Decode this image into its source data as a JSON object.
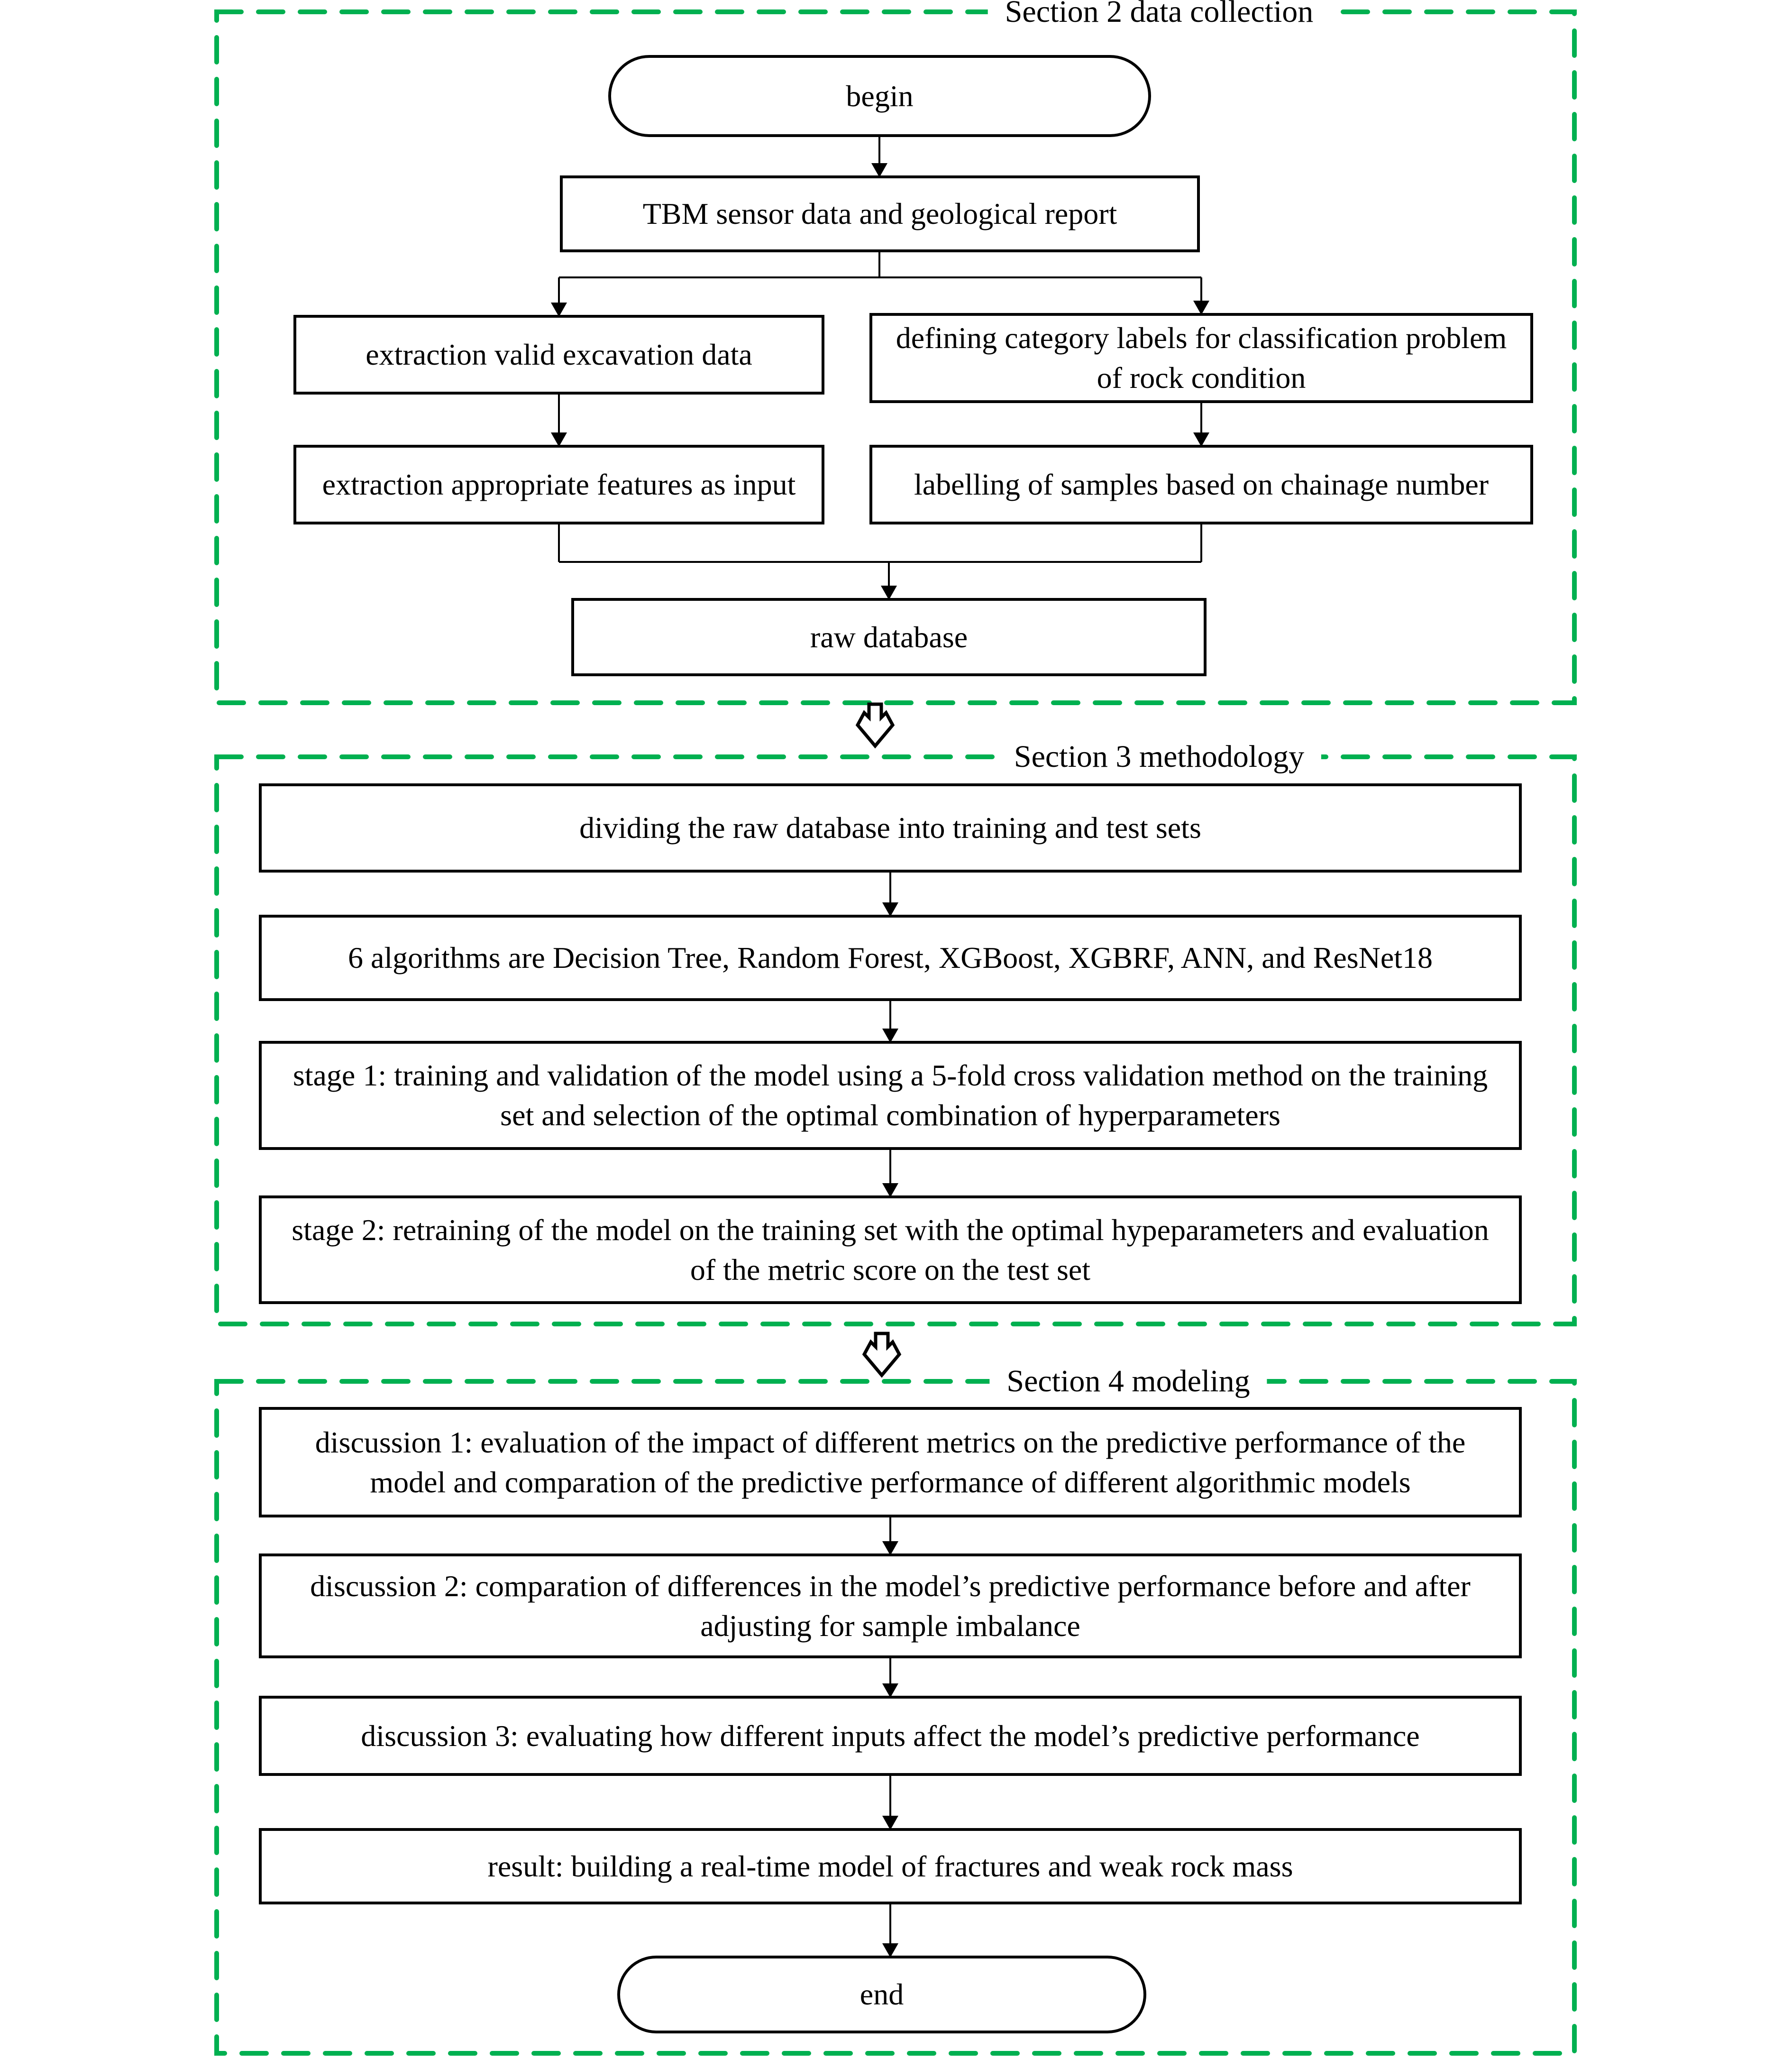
{
  "colors": {
    "section_border_green": "#00B050",
    "line_black": "#000000",
    "box_background": "#FFFFFF"
  },
  "sections": {
    "section2": {
      "label": "Section 2 data collection"
    },
    "section3": {
      "label": "Section 3 methodology"
    },
    "section4": {
      "label": "Section 4 modeling"
    }
  },
  "nodes": {
    "begin": {
      "label": "begin",
      "shape": "terminator"
    },
    "tbm_data": {
      "label": "TBM sensor data and geological report",
      "shape": "process"
    },
    "extraction_valid": {
      "label": "extraction valid excavation data",
      "shape": "process"
    },
    "defining_labels": {
      "label": "defining category labels for classification problem of rock condition",
      "shape": "process"
    },
    "extraction_features": {
      "label": "extraction appropriate features as input",
      "shape": "process"
    },
    "labelling_samples": {
      "label": "labelling of samples based on chainage number",
      "shape": "process"
    },
    "raw_database": {
      "label": "raw database",
      "shape": "process"
    },
    "dividing": {
      "label": "dividing the raw database into training and test sets",
      "shape": "process"
    },
    "algorithms": {
      "label": "6 algorithms are Decision Tree, Random Forest, XGBoost, XGBRF, ANN, and ResNet18",
      "shape": "process"
    },
    "stage1": {
      "label": "stage 1: training and validation of the model using a 5-fold cross validation method on the training set and selection of the optimal combination of hyperparameters",
      "shape": "process"
    },
    "stage2": {
      "label": "stage 2: retraining of the model on the training set with the optimal hypeparameters and evaluation of the metric score on the test set",
      "shape": "process"
    },
    "discussion1": {
      "label": "discussion 1: evaluation of the impact of different metrics on the predictive performance of the model and comparation of the predictive performance of different algorithmic models",
      "shape": "process"
    },
    "discussion2": {
      "label": "discussion 2: comparation of differences in the model’s predictive performance before and after adjusting for sample imbalance",
      "shape": "process"
    },
    "discussion3": {
      "label": "discussion 3: evaluating how different inputs affect the model’s predictive performance",
      "shape": "process"
    },
    "result": {
      "label": "result: building a real-time model of fractures and weak rock mass",
      "shape": "process"
    },
    "end": {
      "label": "end",
      "shape": "terminator"
    }
  },
  "edges": [
    {
      "from": "begin",
      "to": "tbm_data"
    },
    {
      "from": "tbm_data",
      "to": "extraction_valid"
    },
    {
      "from": "tbm_data",
      "to": "defining_labels"
    },
    {
      "from": "extraction_valid",
      "to": "extraction_features"
    },
    {
      "from": "defining_labels",
      "to": "labelling_samples"
    },
    {
      "from": "extraction_features",
      "to": "raw_database"
    },
    {
      "from": "labelling_samples",
      "to": "raw_database"
    },
    {
      "from": "raw_database",
      "to": "dividing"
    },
    {
      "from": "dividing",
      "to": "algorithms"
    },
    {
      "from": "algorithms",
      "to": "stage1"
    },
    {
      "from": "stage1",
      "to": "stage2"
    },
    {
      "from": "stage2",
      "to": "discussion1"
    },
    {
      "from": "discussion1",
      "to": "discussion2"
    },
    {
      "from": "discussion2",
      "to": "discussion3"
    },
    {
      "from": "discussion3",
      "to": "result"
    },
    {
      "from": "result",
      "to": "end"
    }
  ]
}
